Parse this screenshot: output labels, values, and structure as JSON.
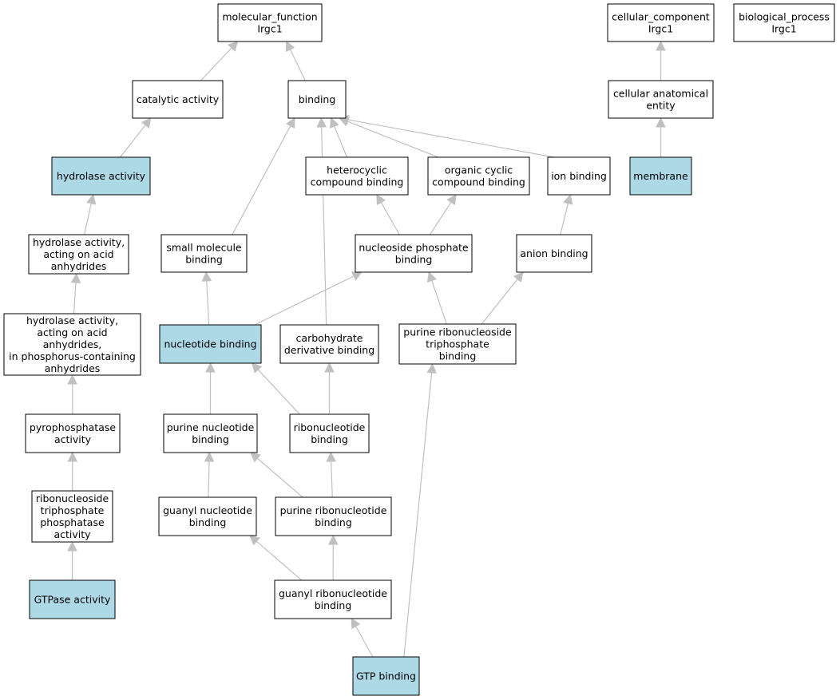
{
  "colors": {
    "highlight": "#add8e6",
    "normal": "#ffffff",
    "edge": "#c0c0c0",
    "border": "#000000"
  },
  "nodes": [
    {
      "id": "molecular_function",
      "lines": [
        "molecular_function",
        "Irgc1"
      ],
      "highlight": false
    },
    {
      "id": "cellular_component",
      "lines": [
        "cellular_component",
        "Irgc1"
      ],
      "highlight": false
    },
    {
      "id": "biological_process",
      "lines": [
        "biological_process",
        "Irgc1"
      ],
      "highlight": false
    },
    {
      "id": "catalytic_activity",
      "lines": [
        "catalytic activity"
      ],
      "highlight": false
    },
    {
      "id": "binding",
      "lines": [
        "binding"
      ],
      "highlight": false
    },
    {
      "id": "cellular_anatomical_entity",
      "lines": [
        "cellular anatomical",
        "entity"
      ],
      "highlight": false
    },
    {
      "id": "hydrolase_activity",
      "lines": [
        "hydrolase activity"
      ],
      "highlight": true
    },
    {
      "id": "heterocyclic_compound_binding",
      "lines": [
        "heterocyclic",
        "compound binding"
      ],
      "highlight": false
    },
    {
      "id": "organic_cyclic_compound_binding",
      "lines": [
        "organic cyclic",
        "compound binding"
      ],
      "highlight": false
    },
    {
      "id": "ion_binding",
      "lines": [
        "ion binding"
      ],
      "highlight": false
    },
    {
      "id": "membrane",
      "lines": [
        "membrane"
      ],
      "highlight": true
    },
    {
      "id": "hydrolase_acid_anhydrides",
      "lines": [
        "hydrolase activity,",
        "acting on acid",
        "anhydrides"
      ],
      "highlight": false
    },
    {
      "id": "small_molecule_binding",
      "lines": [
        "small molecule",
        "binding"
      ],
      "highlight": false
    },
    {
      "id": "nucleoside_phosphate_binding",
      "lines": [
        "nucleoside phosphate",
        "binding"
      ],
      "highlight": false
    },
    {
      "id": "anion_binding",
      "lines": [
        "anion binding"
      ],
      "highlight": false
    },
    {
      "id": "hydrolase_phosphorus",
      "lines": [
        "hydrolase activity,",
        "acting on acid",
        "anhydrides,",
        "in phosphorus-containing",
        "anhydrides"
      ],
      "highlight": false
    },
    {
      "id": "nucleotide_binding",
      "lines": [
        "nucleotide binding"
      ],
      "highlight": true
    },
    {
      "id": "carbohydrate_derivative_binding",
      "lines": [
        "carbohydrate",
        "derivative binding"
      ],
      "highlight": false
    },
    {
      "id": "purine_ribonucleoside_triphosphate_binding",
      "lines": [
        "purine ribonucleoside",
        "triphosphate",
        "binding"
      ],
      "highlight": false
    },
    {
      "id": "pyrophosphatase_activity",
      "lines": [
        "pyrophosphatase",
        "activity"
      ],
      "highlight": false
    },
    {
      "id": "purine_nucleotide_binding",
      "lines": [
        "purine nucleotide",
        "binding"
      ],
      "highlight": false
    },
    {
      "id": "ribonucleotide_binding",
      "lines": [
        "ribonucleotide",
        "binding"
      ],
      "highlight": false
    },
    {
      "id": "ribonucleoside_triphosphate_phosphatase",
      "lines": [
        "ribonucleoside",
        "triphosphate",
        "phosphatase",
        "activity"
      ],
      "highlight": false
    },
    {
      "id": "guanyl_nucleotide_binding",
      "lines": [
        "guanyl nucleotide",
        "binding"
      ],
      "highlight": false
    },
    {
      "id": "purine_ribonucleotide_binding",
      "lines": [
        "purine ribonucleotide",
        "binding"
      ],
      "highlight": false
    },
    {
      "id": "gtpase_activity",
      "lines": [
        "GTPase activity"
      ],
      "highlight": true
    },
    {
      "id": "guanyl_ribonucleotide_binding",
      "lines": [
        "guanyl ribonucleotide",
        "binding"
      ],
      "highlight": false
    },
    {
      "id": "gtp_binding",
      "lines": [
        "GTP binding"
      ],
      "highlight": true
    }
  ],
  "edges": [
    {
      "from": "catalytic_activity",
      "to": "molecular_function"
    },
    {
      "from": "binding",
      "to": "molecular_function"
    },
    {
      "from": "cellular_anatomical_entity",
      "to": "cellular_component"
    },
    {
      "from": "hydrolase_activity",
      "to": "catalytic_activity"
    },
    {
      "from": "small_molecule_binding",
      "to": "binding"
    },
    {
      "from": "carbohydrate_derivative_binding",
      "to": "binding"
    },
    {
      "from": "heterocyclic_compound_binding",
      "to": "binding"
    },
    {
      "from": "organic_cyclic_compound_binding",
      "to": "binding"
    },
    {
      "from": "ion_binding",
      "to": "binding"
    },
    {
      "from": "membrane",
      "to": "cellular_anatomical_entity"
    },
    {
      "from": "hydrolase_acid_anhydrides",
      "to": "hydrolase_activity"
    },
    {
      "from": "nucleoside_phosphate_binding",
      "to": "heterocyclic_compound_binding"
    },
    {
      "from": "nucleoside_phosphate_binding",
      "to": "organic_cyclic_compound_binding"
    },
    {
      "from": "anion_binding",
      "to": "ion_binding"
    },
    {
      "from": "hydrolase_phosphorus",
      "to": "hydrolase_acid_anhydrides"
    },
    {
      "from": "nucleotide_binding",
      "to": "small_molecule_binding"
    },
    {
      "from": "nucleotide_binding",
      "to": "nucleoside_phosphate_binding"
    },
    {
      "from": "purine_ribonucleoside_triphosphate_binding",
      "to": "nucleoside_phosphate_binding"
    },
    {
      "from": "purine_ribonucleoside_triphosphate_binding",
      "to": "anion_binding"
    },
    {
      "from": "pyrophosphatase_activity",
      "to": "hydrolase_phosphorus"
    },
    {
      "from": "purine_nucleotide_binding",
      "to": "nucleotide_binding"
    },
    {
      "from": "ribonucleotide_binding",
      "to": "nucleotide_binding"
    },
    {
      "from": "ribonucleotide_binding",
      "to": "carbohydrate_derivative_binding"
    },
    {
      "from": "ribonucleoside_triphosphate_phosphatase",
      "to": "pyrophosphatase_activity"
    },
    {
      "from": "guanyl_nucleotide_binding",
      "to": "purine_nucleotide_binding"
    },
    {
      "from": "purine_ribonucleotide_binding",
      "to": "purine_nucleotide_binding"
    },
    {
      "from": "purine_ribonucleotide_binding",
      "to": "ribonucleotide_binding"
    },
    {
      "from": "gtpase_activity",
      "to": "ribonucleoside_triphosphate_phosphatase"
    },
    {
      "from": "guanyl_ribonucleotide_binding",
      "to": "guanyl_nucleotide_binding"
    },
    {
      "from": "guanyl_ribonucleotide_binding",
      "to": "purine_ribonucleotide_binding"
    },
    {
      "from": "gtp_binding",
      "to": "guanyl_ribonucleotide_binding"
    },
    {
      "from": "gtp_binding",
      "to": "purine_ribonucleoside_triphosphate_binding"
    }
  ]
}
